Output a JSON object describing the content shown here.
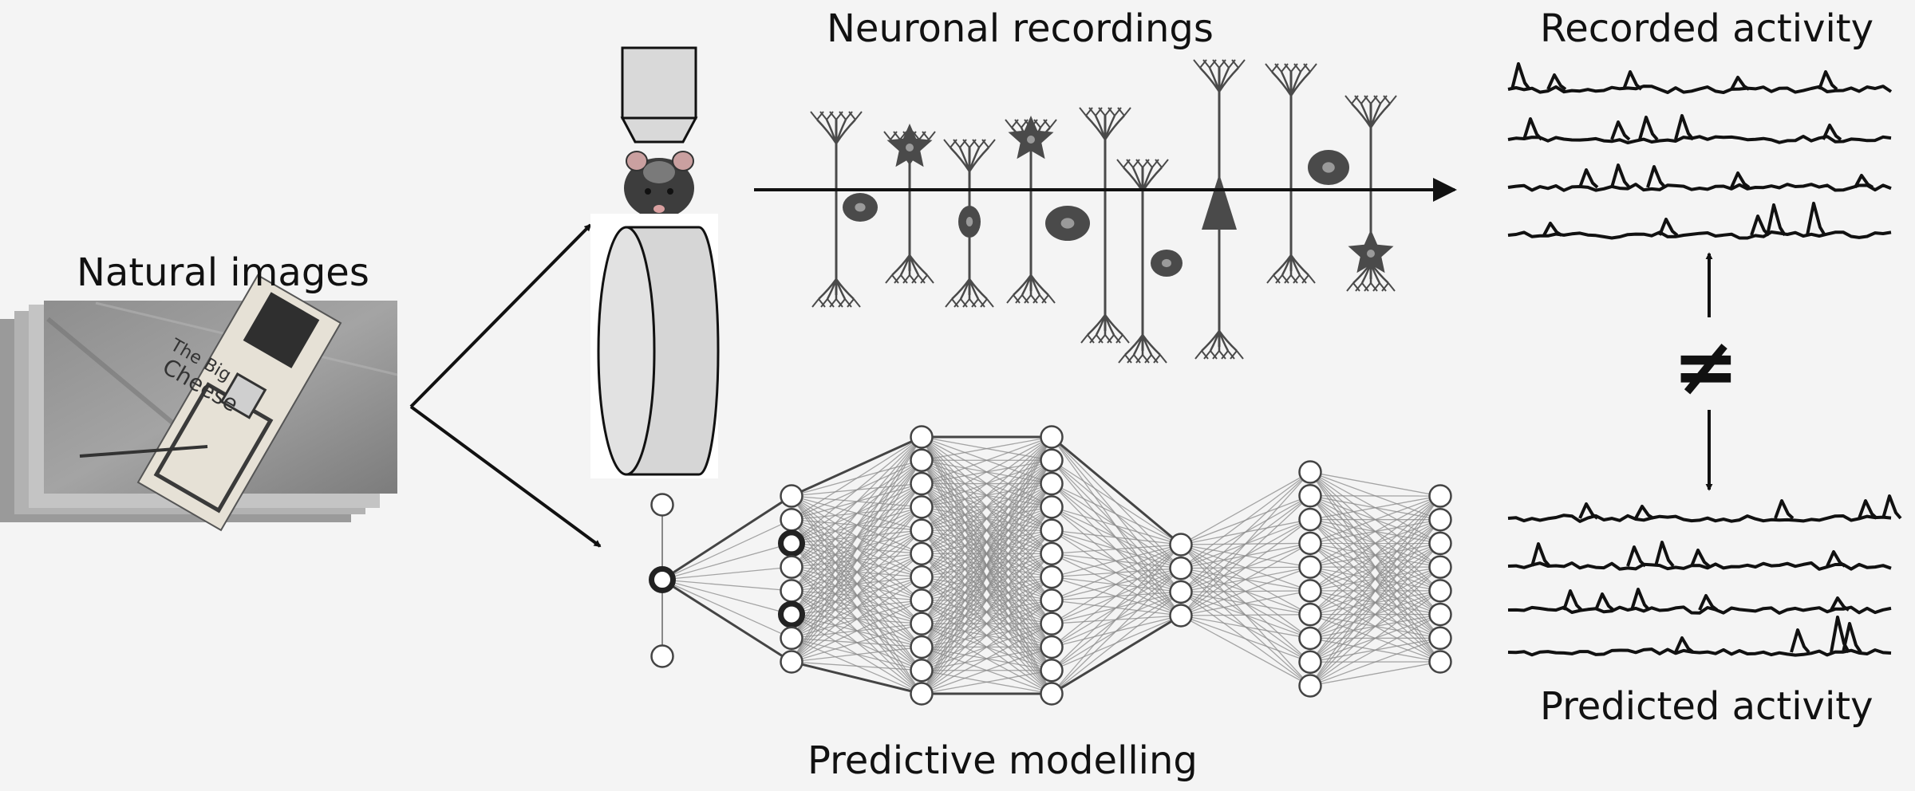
{
  "labels": {
    "natural_images": "Natural images",
    "neuronal_recordings": "Neuronal recordings",
    "recorded_activity": "Recorded activity",
    "predicted_activity": "Predicted activity",
    "predictive_modelling": "Predictive modelling",
    "not_equal": "≠"
  },
  "photo": {
    "sign_text_1": "The Big",
    "sign_text_2": "Cheese"
  },
  "network": {
    "layers": [
      {
        "nodes": 3,
        "highlighted": [
          1
        ]
      },
      {
        "nodes": 8,
        "highlighted": [
          2,
          5
        ]
      },
      {
        "nodes": 12,
        "highlighted": []
      },
      {
        "nodes": 12,
        "highlighted": []
      },
      {
        "nodes": 4,
        "highlighted": []
      },
      {
        "nodes": 10,
        "highlighted": []
      },
      {
        "nodes": 8,
        "highlighted": []
      }
    ]
  },
  "colors": {
    "background": "#f4f4f4",
    "neuron": "#4a4a4a",
    "line": "#111111",
    "node_fill": "#ffffff",
    "device": "#d9d9d9"
  }
}
